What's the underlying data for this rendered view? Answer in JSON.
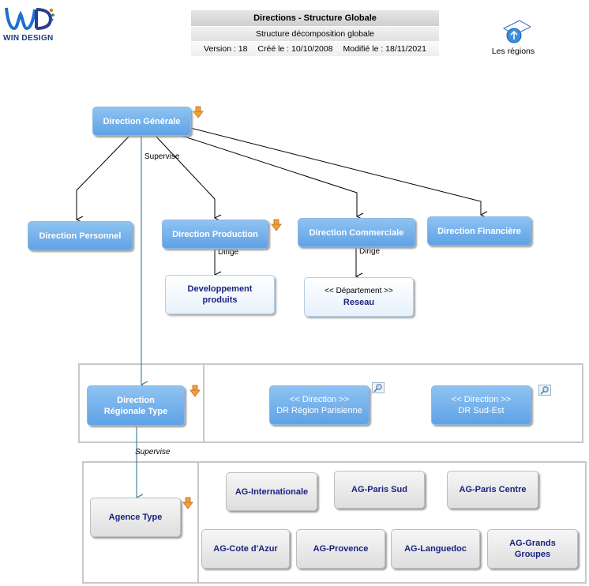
{
  "logo": {
    "mark": "WD",
    "text": "WIN DESIGN"
  },
  "header": {
    "title": "Directions - Structure Globale",
    "subtitle": "Structure décomposition globale",
    "version": "Version : 18",
    "created": "Créé le : 10/10/2008",
    "modified": "Modifié le : 18/11/2021"
  },
  "regions_link": {
    "label": "Les régions",
    "icon": "globe-up-icon"
  },
  "nodes": {
    "dg": "Direction Générale",
    "dp": "Direction Personnel",
    "dprod": "Direction Production",
    "dcom": "Direction Commerciale",
    "dfin": "Direction Financière",
    "dev_l1": "Developpement",
    "dev_l2": "produits",
    "reseau_stereo": "<< Département >>",
    "reseau": "Reseau",
    "drt_l1": "Direction",
    "drt_l2": "Régionale Type",
    "drp_stereo": "<< Direction >>",
    "drp": "DR Région Parisienne",
    "drse_stereo": "<< Direction >>",
    "drse": "DR Sud-Est",
    "agence": "Agence Type",
    "ag_int": "AG-Internationale",
    "ag_ps": "AG-Paris Sud",
    "ag_pc": "AG-Paris Centre",
    "ag_ca": "AG-Cote d'Azur",
    "ag_pr": "AG-Provence",
    "ag_la": "AG-Languedoc",
    "ag_gg_l1": "AG-Grands",
    "ag_gg_l2": "Groupes"
  },
  "edge_labels": {
    "supervise1": "Supervise",
    "dirige1": "Dirige",
    "dirige2": "Dirige",
    "supervise2": "Supervise"
  },
  "colors": {
    "blue_box": "#6aaae8",
    "teal_line": "#1f6e8c",
    "frame": "#c8c8c8"
  }
}
